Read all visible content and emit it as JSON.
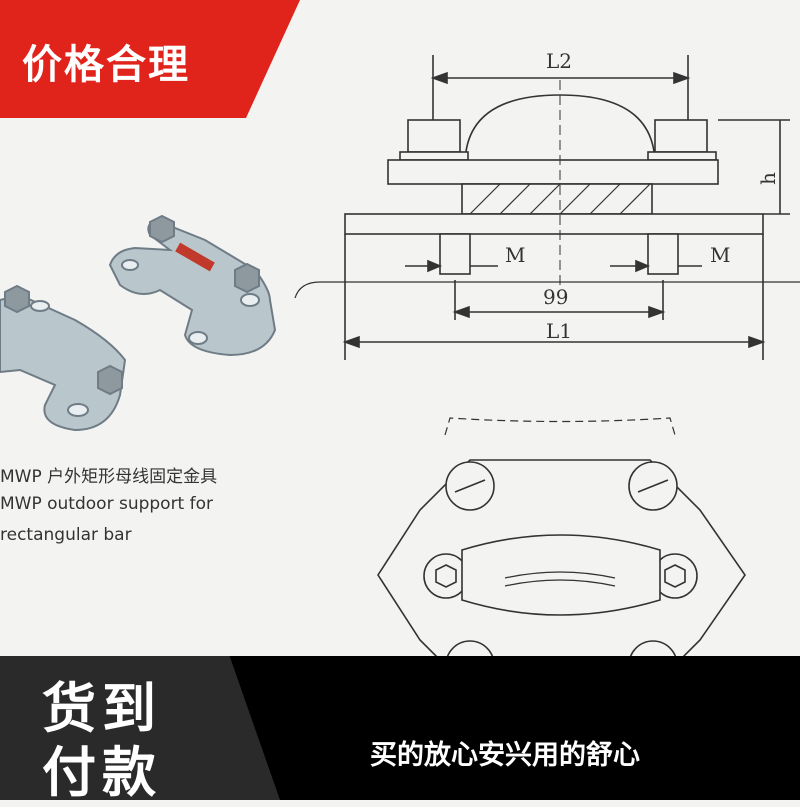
{
  "badge": {
    "text": "价格合理",
    "color": "#e0241c"
  },
  "product_caption": {
    "line1": "MWP 户外矩形母线固定金具",
    "line2": "MWP outdoor support for",
    "line3": "rectangular bar"
  },
  "drawing_labels": {
    "l2": "L2",
    "l1": "L1",
    "h": "h",
    "m_left": "M",
    "m_right": "M",
    "spacing": "99"
  },
  "footer": {
    "title_line1": "货到",
    "title_line2": "付款",
    "slogan": "买的放心安兴用的舒心"
  }
}
